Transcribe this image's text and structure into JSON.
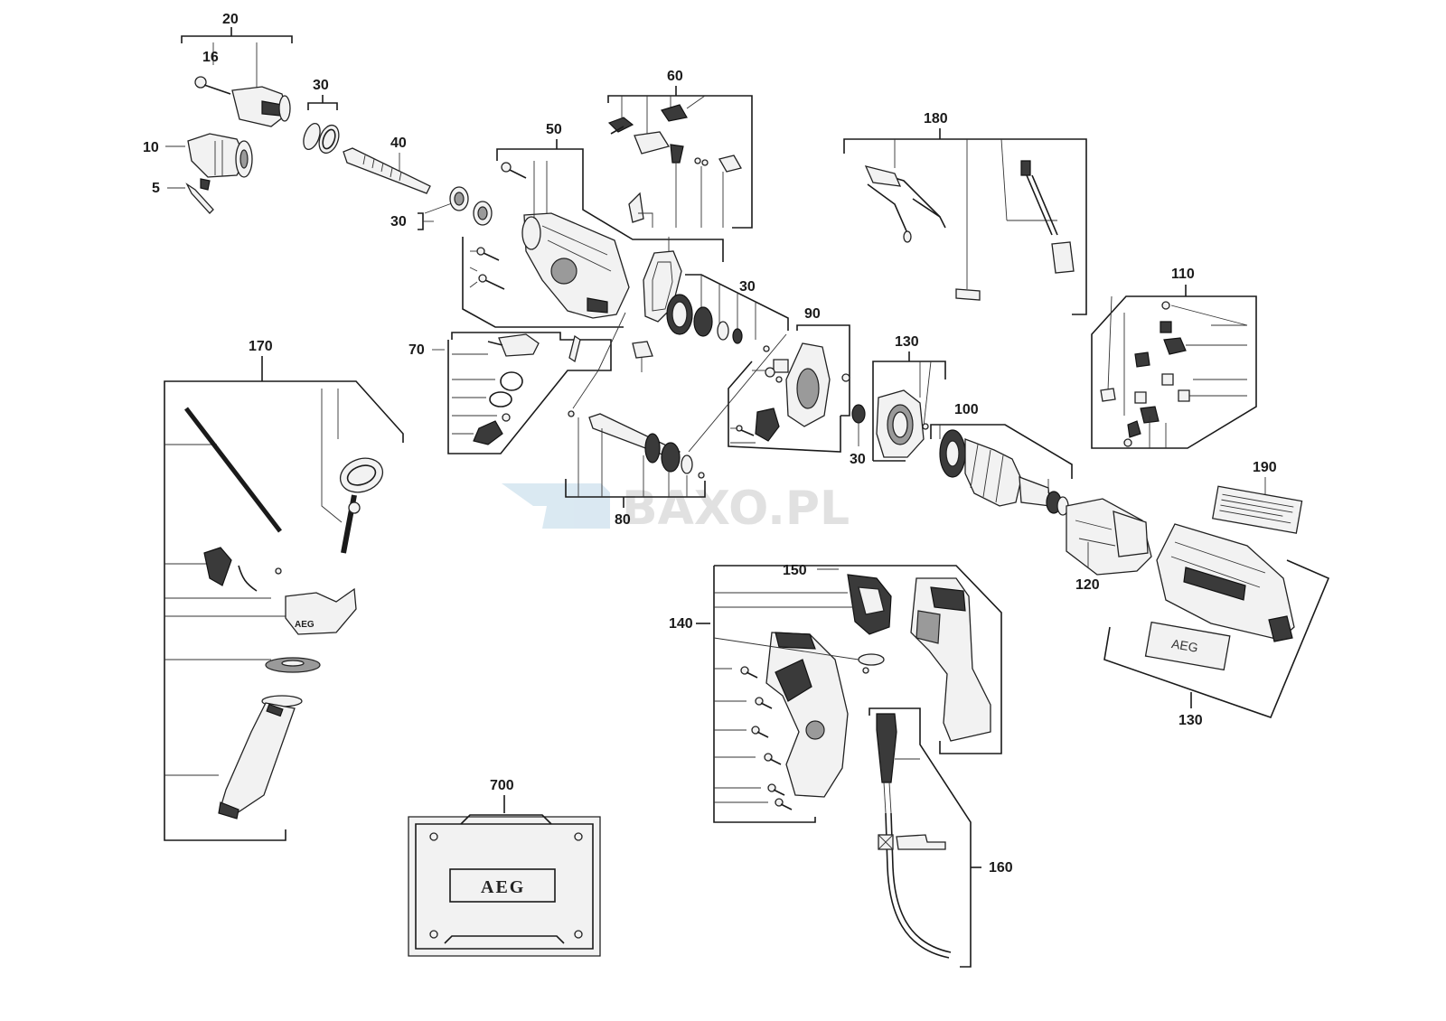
{
  "watermark": {
    "text": "BAXO.PL"
  },
  "labels": {
    "l20": "20",
    "l16": "16",
    "l30a": "30",
    "l10": "10",
    "l5": "5",
    "l40": "40",
    "l30b": "30",
    "l50": "50",
    "l60": "60",
    "l180": "180",
    "l70": "70",
    "l30c": "30",
    "l90": "90",
    "l130a": "130",
    "l110": "110",
    "l100": "100",
    "l30d": "30",
    "l80": "80",
    "l170": "170",
    "l190": "190",
    "l150": "150",
    "l140": "140",
    "l120": "120",
    "l130b": "130",
    "l700": "700",
    "l160": "160"
  },
  "brand_marks": {
    "case_logo": "AEG",
    "housing_logo": "AEG",
    "handle_logo": "AEG"
  },
  "icons": [
    "drill-chuck-icon",
    "chuck-key-icon",
    "gearbox-housing-icon",
    "armature-icon",
    "field-coil-icon",
    "motor-housing-icon",
    "handle-icon",
    "side-handle-icon",
    "carry-case-icon",
    "power-cord-icon"
  ]
}
